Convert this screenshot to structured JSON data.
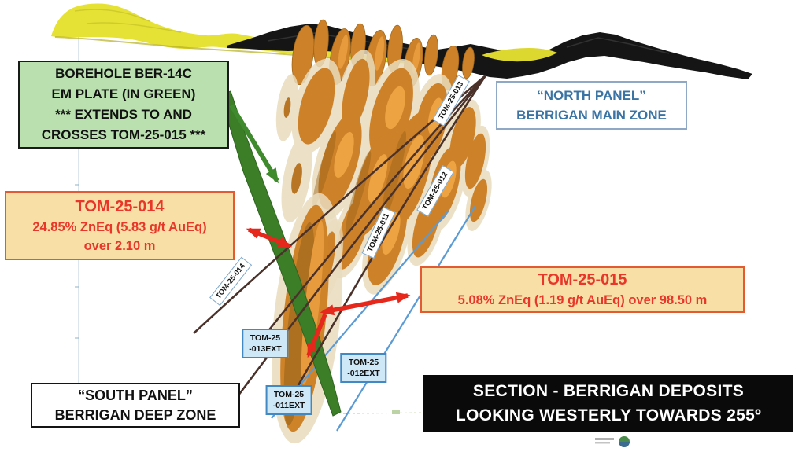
{
  "slide": {
    "em_plate_note": {
      "line1": "BOREHOLE BER-14C",
      "line2": "EM PLATE (IN GREEN)",
      "line3": "*** EXTENDS TO AND",
      "line4": "CROSSES TOM-25-015 ***"
    },
    "north_panel_label": {
      "line1": "“NORTH PANEL”",
      "line2": "BERRIGAN MAIN ZONE"
    },
    "south_panel_label": {
      "line1": "“SOUTH PANEL”",
      "line2": "BERRIGAN DEEP ZONE"
    },
    "section_caption": {
      "line1": "SECTION - BERRIGAN DEPOSITS",
      "line2": "LOOKING WESTERLY TOWARDS 255º"
    },
    "highlight_tom_25_014": {
      "hole_id": "TOM-25-014",
      "grade": "24.85% ZnEq (5.83 g/t AuEq)",
      "interval": "over 2.10 m"
    },
    "highlight_tom_25_015": {
      "hole_id": "TOM-25-015",
      "grade": "5.08% ZnEq (1.19 g/t AuEq) over 98.50 m"
    },
    "drillhole_trace_labels": [
      {
        "id": "TOM-25-013"
      },
      {
        "id": "TOM-25-012"
      },
      {
        "id": "TOM-25-011"
      },
      {
        "id": "TOM-25-014"
      }
    ],
    "extension_hole_labels": [
      {
        "line1": "TOM-25",
        "line2": "-013EXT"
      },
      {
        "line1": "TOM-25",
        "line2": "-012EXT"
      },
      {
        "line1": "TOM-25",
        "line2": "-011EXT"
      }
    ],
    "colors": {
      "em_plate_green": "#3c7d28",
      "green_arrow": "#3f8a2c",
      "arrow_red": "#e5271c",
      "mineralization_orange": "#cd8128",
      "mineralization_halo": "#e9dcbd",
      "surface_yellow": "#e6e235",
      "overburden_black": "#151515",
      "drillhole_brown": "#4a312a",
      "extension_hole_blue": "#5b9bd5",
      "highlight_box_fill": "#f7dfa5",
      "highlight_text_red": "#e8372a",
      "north_panel_blue": "#3b74a4"
    }
  }
}
